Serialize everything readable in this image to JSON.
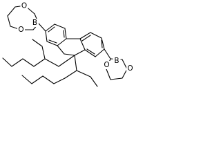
{
  "molecule": {
    "atom_labels": {
      "top_ring_oxygen_1": "O",
      "top_ring_oxygen_2": "O",
      "top_ring_boron": "B",
      "bottom_ring_oxygen_1": "O",
      "bottom_ring_oxygen_2": "O",
      "bottom_ring_boron": "B"
    }
  }
}
